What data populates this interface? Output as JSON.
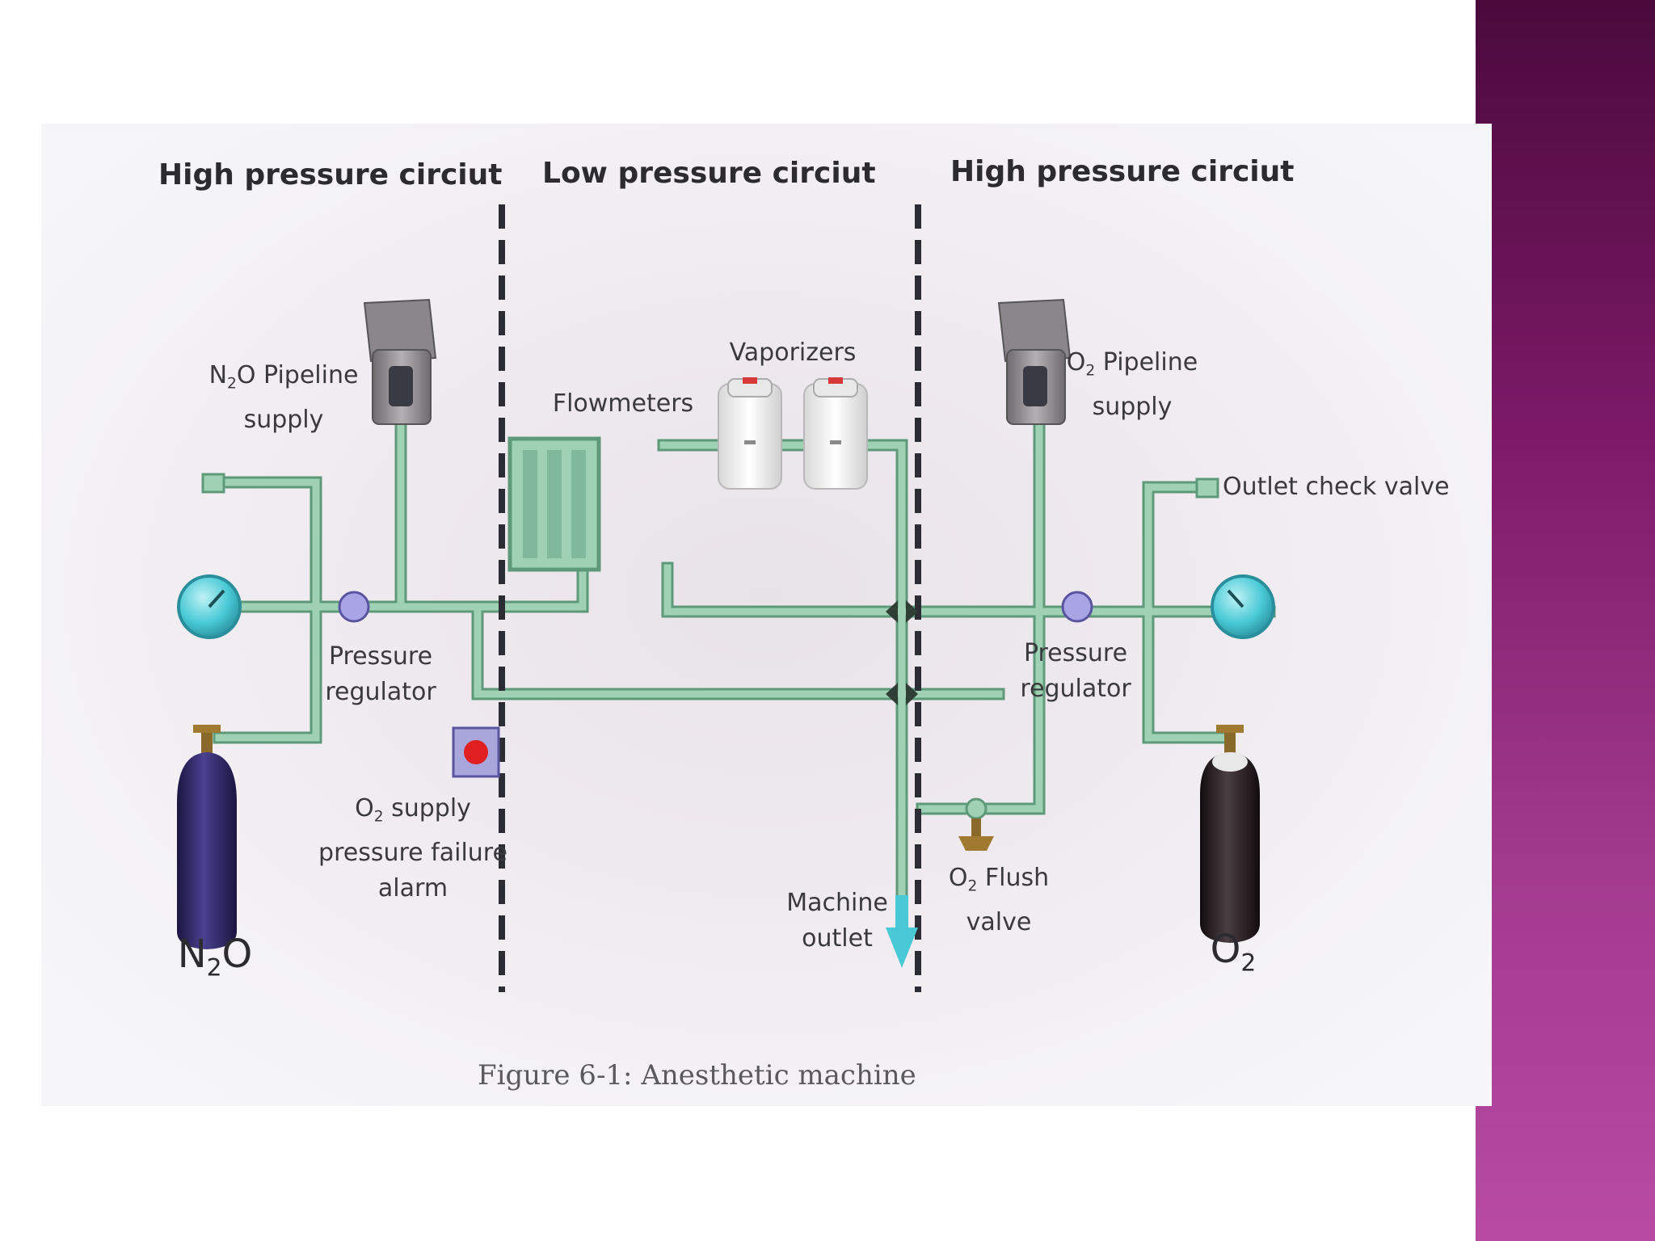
{
  "headers": {
    "left": "High pressure circiut",
    "middle": "Low pressure circiut",
    "right": "High pressure circiut"
  },
  "labels": {
    "n2o_pipeline": [
      "N",
      "2",
      "O Pipeline",
      "supply"
    ],
    "o2_pipeline": [
      "O",
      "2",
      " Pipeline",
      "supply"
    ],
    "flowmeters": "Flowmeters",
    "vaporizers": "Vaporizers",
    "outlet_check_valve": "Outlet check valve",
    "pressure_regulator_left": [
      "Pressure",
      "regulator"
    ],
    "pressure_regulator_right": [
      "Pressure",
      "regulator"
    ],
    "o2_alarm": [
      "O",
      "2",
      " supply",
      "pressure failure",
      "alarm"
    ],
    "machine_outlet": [
      "Machine",
      "outlet"
    ],
    "o2_flush": [
      "O",
      "2",
      " Flush",
      "valve"
    ],
    "n2o_cylinder": [
      "N",
      "2",
      "O"
    ],
    "o2_cylinder": [
      "O",
      "2"
    ]
  },
  "caption": "Figure 6-1: Anesthetic machine",
  "colors": {
    "pipe": "#9fd2b5",
    "pipe_edge": "#5e9a7a",
    "gauge": "#49c9d6",
    "n2o_cylinder": "#2e2660",
    "o2_cylinder": "#2a2224",
    "alarm": "#e02020",
    "side_band_top": "#4a0a3c",
    "side_band_bottom": "#b84aa3"
  },
  "icons": [
    "pressure-gauge-icon",
    "gas-cylinder-icon",
    "pipeline-inlet-icon",
    "vaporizer-icon",
    "flowmeter-icon",
    "valve-icon",
    "alarm-icon",
    "outlet-arrow-icon"
  ]
}
